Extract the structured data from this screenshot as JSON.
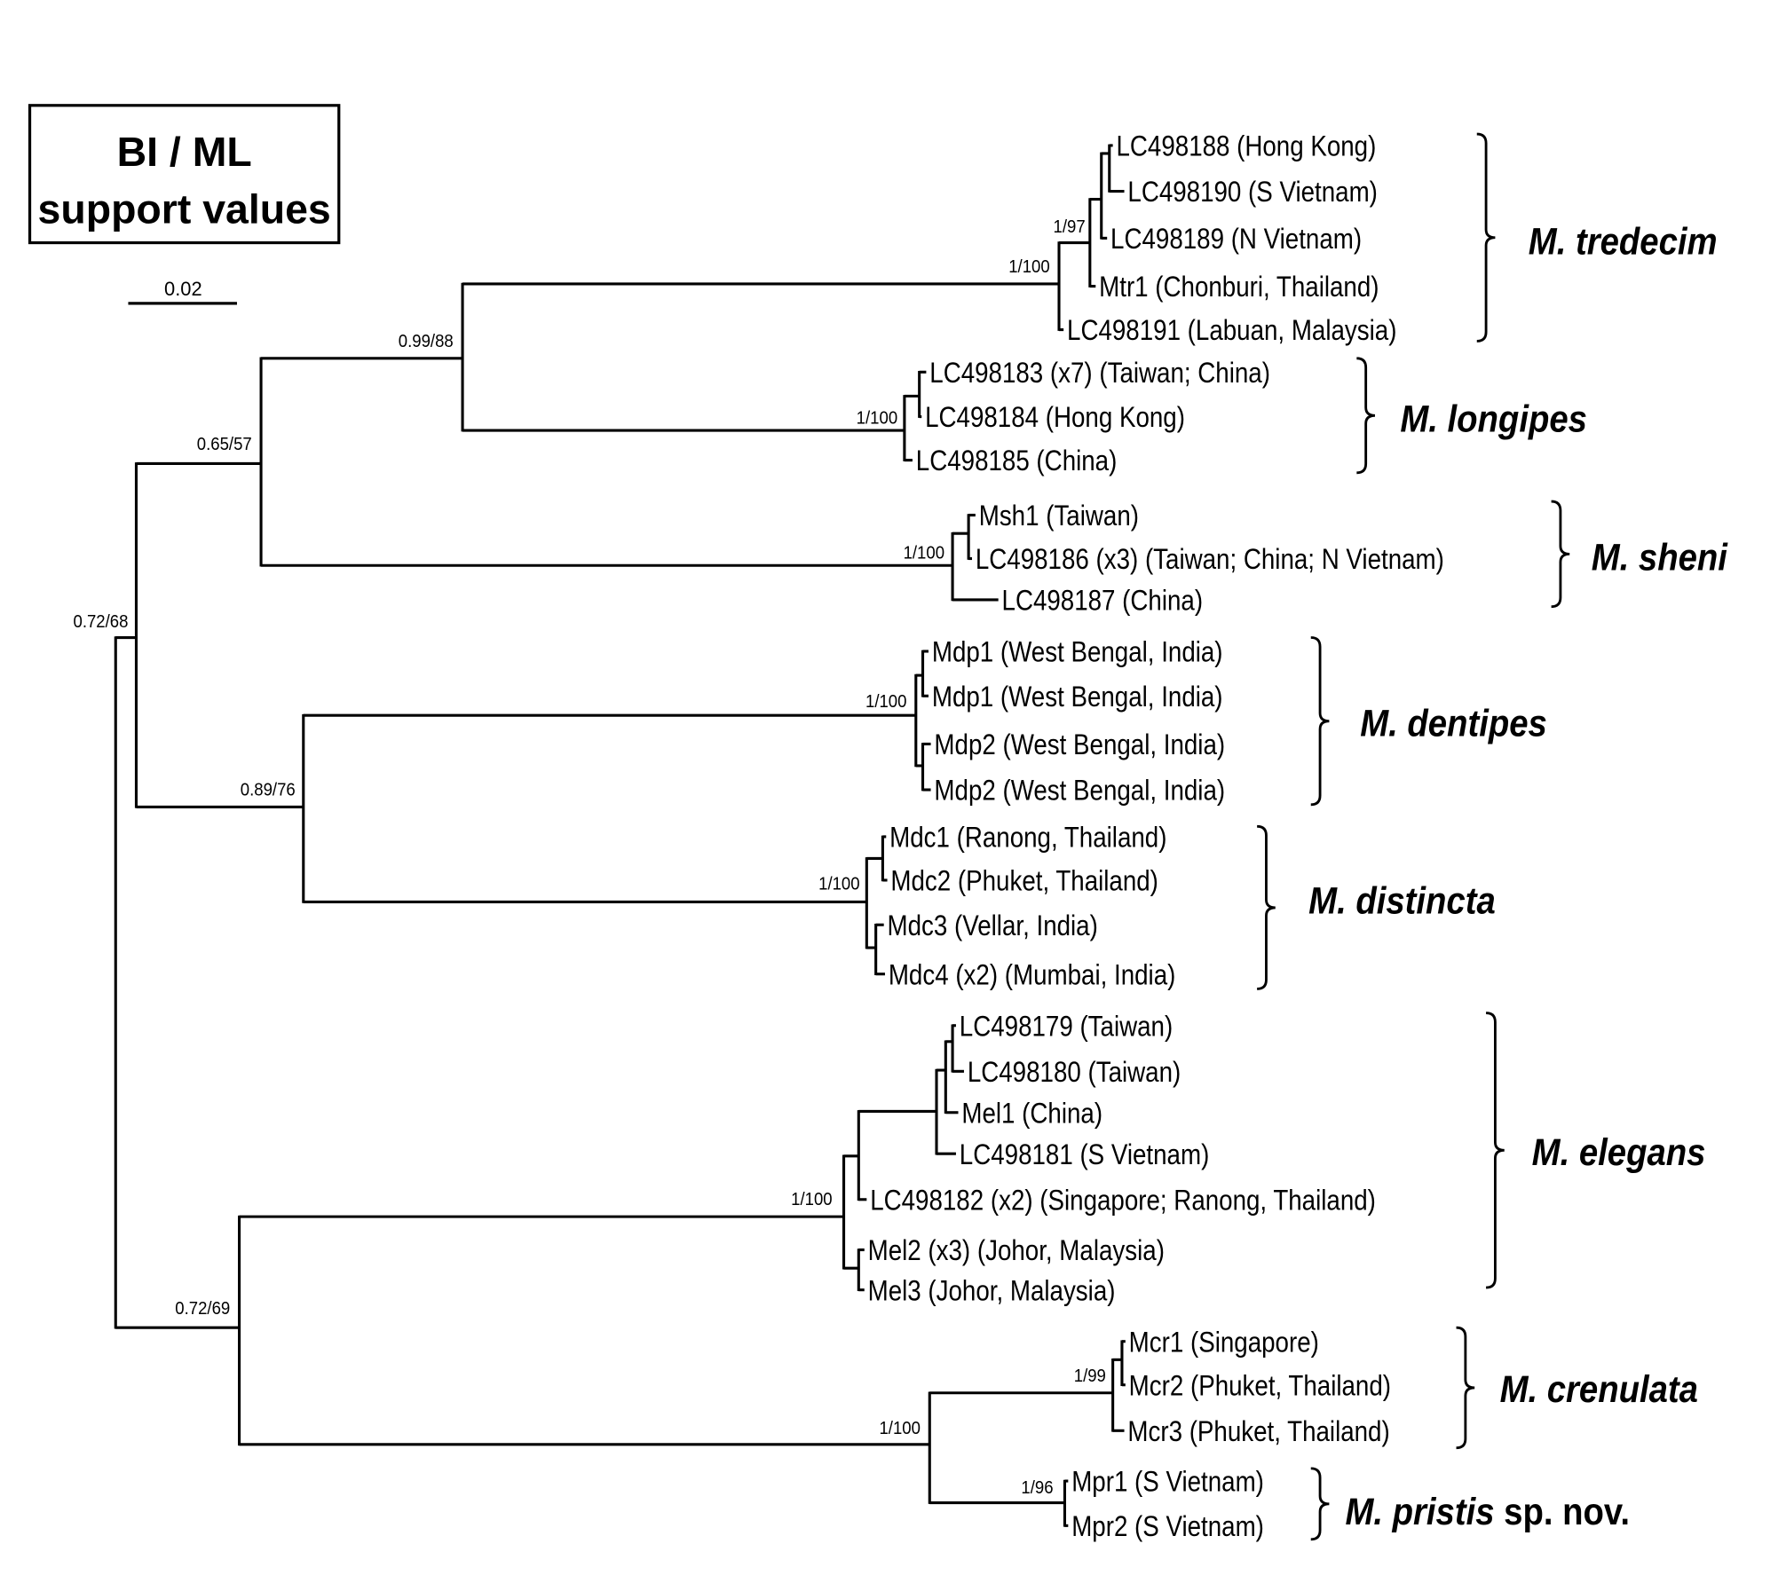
{
  "legend": {
    "line1": "BI / ML",
    "line2": "support values"
  },
  "scale_bar": {
    "label": "0.02",
    "value": 0.02
  },
  "leaves": [
    "LC498188 (Hong Kong)",
    "LC498190 (S Vietnam)",
    "LC498189 (N Vietnam)",
    "Mtr1 (Chonburi, Thailand)",
    "LC498191 (Labuan, Malaysia)",
    "LC498183 (x7) (Taiwan; China)",
    "LC498184 (Hong Kong)",
    "LC498185 (China)",
    "Msh1 (Taiwan)",
    "LC498186 (x3) (Taiwan; China; N Vietnam)",
    "LC498187 (China)",
    "Mdp1 (West Bengal, India)",
    "Mdp1 (West Bengal, India)",
    "Mdp2 (West Bengal, India)",
    "Mdp2 (West Bengal, India)",
    "Mdc1 (Ranong, Thailand)",
    "Mdc2 (Phuket, Thailand)",
    "Mdc3 (Vellar, India)",
    "Mdc4 (x2) (Mumbai, India)",
    "LC498179 (Taiwan)",
    "LC498180 (Taiwan)",
    "Mel1 (China)",
    "LC498181 (S Vietnam)",
    "LC498182 (x2) (Singapore; Ranong, Thailand)",
    "Mel2 (x3) (Johor, Malaysia)",
    "Mel3 (Johor, Malaysia)",
    "Mcr1 (Singapore)",
    "Mcr2 (Phuket, Thailand)",
    "Mcr3 (Phuket, Thailand)",
    "Mpr1 (S Vietnam)",
    "Mpr2 (S Vietnam)"
  ],
  "support": [
    "0.72/68",
    "0.65/57",
    "0.99/88",
    "0.89/76",
    "0.72/69",
    "1/100",
    "1/97",
    "1/100",
    "1/100",
    "1/100",
    "1/100",
    "1/100",
    "1/100",
    "1/99",
    "1/96"
  ],
  "clades": [
    {
      "name": "M. tredecim",
      "suffix": ""
    },
    {
      "name": "M. longipes",
      "suffix": ""
    },
    {
      "name": "M. sheni",
      "suffix": ""
    },
    {
      "name": "M. dentipes",
      "suffix": ""
    },
    {
      "name": "M. distincta",
      "suffix": ""
    },
    {
      "name": "M. elegans",
      "suffix": ""
    },
    {
      "name": "M. crenulata",
      "suffix": ""
    },
    {
      "name": "M. pristis",
      "suffix": " sp. nov."
    }
  ]
}
